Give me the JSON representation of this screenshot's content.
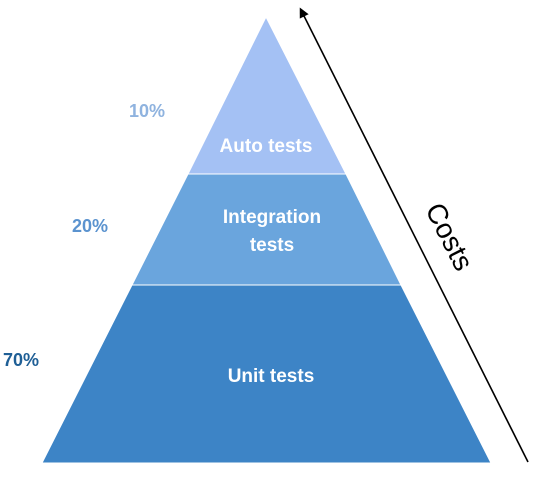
{
  "tiers": [
    {
      "label_lines": [
        "Auto tests"
      ],
      "percent": "10%",
      "fill": "#a4c1f4",
      "percent_color": "#8fb3df"
    },
    {
      "label_lines": [
        "Integration",
        "tests"
      ],
      "percent": "20%",
      "fill": "#6aa5dd",
      "percent_color": "#5b93cf"
    },
    {
      "label_lines": [
        "Unit tests"
      ],
      "percent": "70%",
      "fill": "#3d84c6",
      "percent_color": "#1f5f96"
    }
  ],
  "costs_label": "Costs",
  "arrow_direction": "up",
  "colors": {
    "edge": "#ffffff",
    "arrow": "#000000"
  }
}
